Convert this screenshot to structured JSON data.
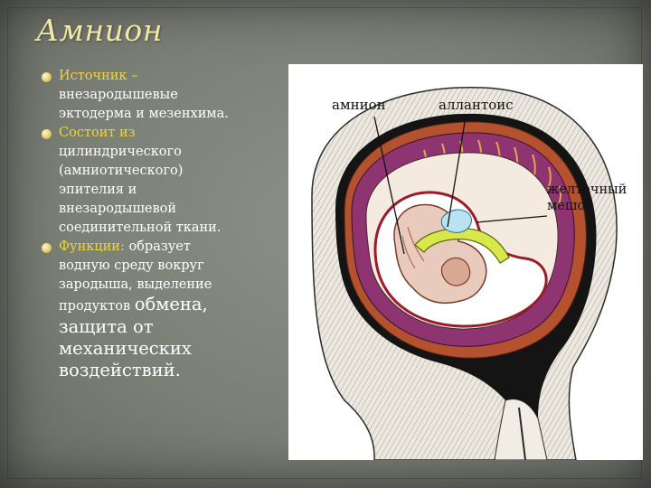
{
  "title": "Амнион",
  "bullets": [
    {
      "head": "Источник –",
      "lines": [
        "внезародышевые",
        "эктодерма и мезенхима."
      ]
    },
    {
      "head": "Состоит из",
      "lines": [
        "цилиндрического",
        "(амниотического)",
        "эпителия и",
        "внезародышевой",
        "соединительной ткани."
      ]
    },
    {
      "head": "Функции:",
      "head_rest": " образует",
      "lines": [
        "водную среду вокруг",
        "зародыша, выделение"
      ],
      "line_mixed_small": "продуктов ",
      "line_mixed_big": "обмена,",
      "big_lines": [
        "защита от",
        "механических",
        "воздействий."
      ]
    }
  ],
  "figure": {
    "labels": {
      "amnion": "амнион",
      "allantois": "аллантоис",
      "yolk_sac_line1": "желточный",
      "yolk_sac_line2": "мешок"
    }
  }
}
